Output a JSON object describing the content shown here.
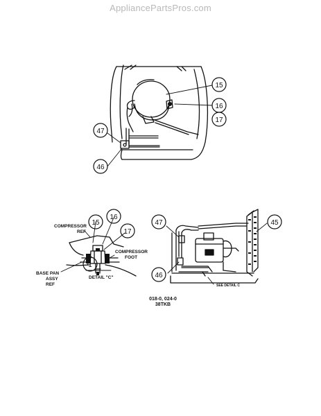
{
  "header": {
    "site": "AppliancePartsPros.com"
  },
  "callouts": {
    "top_15": "15",
    "top_16": "16",
    "top_17": "17",
    "top_47": "47",
    "top_46": "46",
    "detail_15": "15",
    "detail_16": "16",
    "detail_17": "17",
    "detail_1": "1",
    "right_47": "47",
    "right_46": "46",
    "right_45": "45"
  },
  "detail_labels": {
    "compressor_ref_line1": "COMPRESSOR",
    "compressor_ref_line2": "REF",
    "compressor_foot_line1": "COMPRESSOR",
    "compressor_foot_line2": "FOOT",
    "base_pan_line1": "BASE PAN",
    "base_pan_line2": "ASSY",
    "base_pan_line3": "REF",
    "detail_c": "DETAIL \"C\"",
    "see_detail": "SEE DETAIL C"
  },
  "caption": {
    "line1": "018-0, 024-0",
    "line2": "38TKB"
  }
}
